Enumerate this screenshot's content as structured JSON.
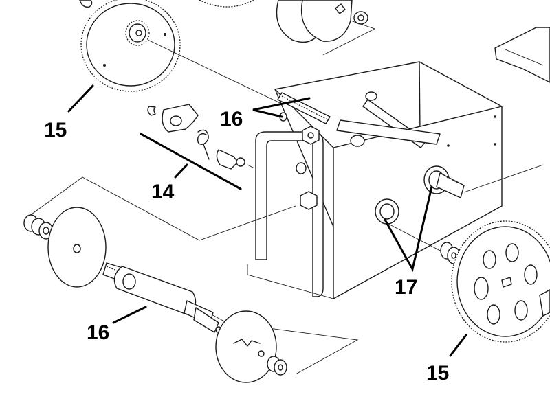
{
  "callouts": {
    "gear_top": "15",
    "shaft_top": "16",
    "pawl_group": "14",
    "shaft_bottom": "16",
    "bushings": "17",
    "gear_bottom": "15"
  }
}
